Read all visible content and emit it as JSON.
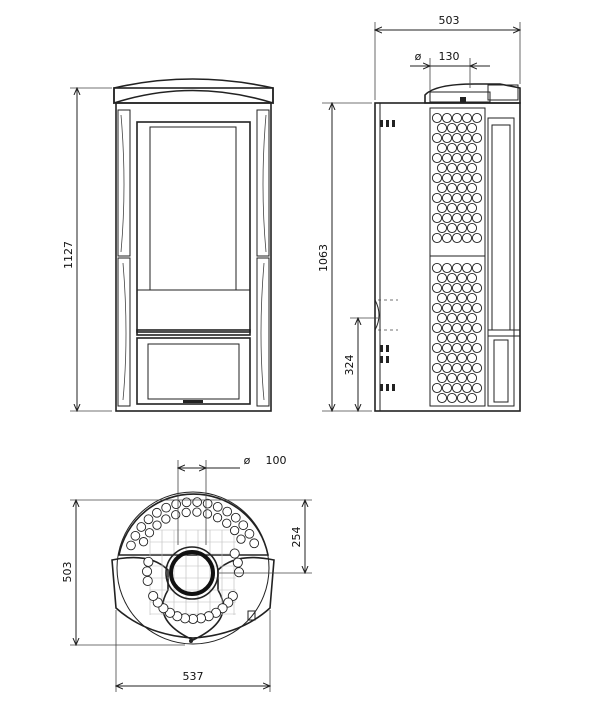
{
  "dimensions": {
    "front_height": "1127",
    "side_width": "503",
    "flue_top_diameter_symbol": "ø",
    "flue_top_diameter": "130",
    "side_height": "1063",
    "inlet_height": "324",
    "top_flue_symbol": "ø",
    "top_flue_diameter": "100",
    "top_depth": "503",
    "flue_offset": "254",
    "top_width": "537"
  }
}
